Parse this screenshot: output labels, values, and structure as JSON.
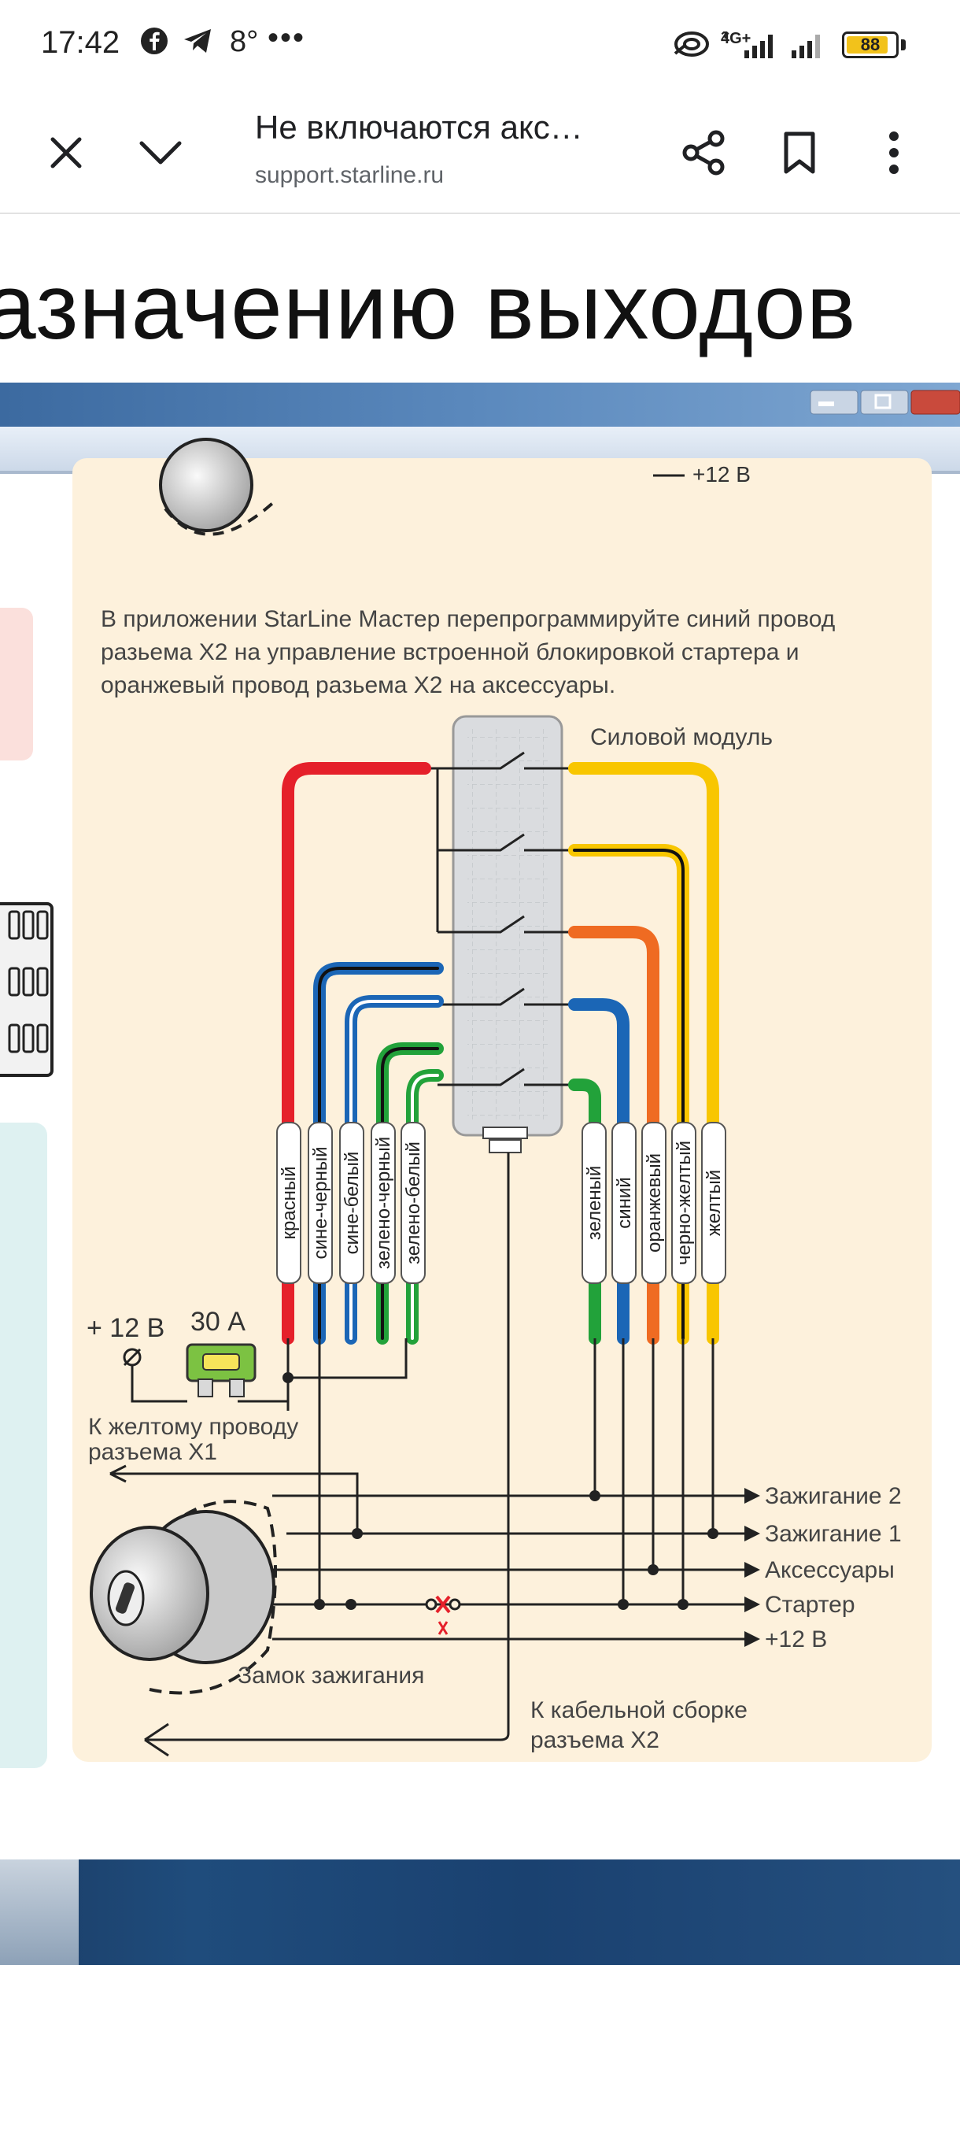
{
  "status_bar": {
    "time": "17:42",
    "temperature": "8°",
    "more": "•••",
    "network": "4G+",
    "battery": "88",
    "battery_level": 0.88,
    "icons": [
      "facebook-icon",
      "telegram-icon",
      "hotspot-icon",
      "signal-icon",
      "battery-icon"
    ]
  },
  "toolbar": {
    "title": "Не включаются акс…",
    "url": "support.starline.ru",
    "icons": [
      "close-icon",
      "chevron-down-icon",
      "share-icon",
      "bookmark-icon",
      "more-vert-icon"
    ]
  },
  "article": {
    "heading_fragment": "азначению выходов"
  },
  "diagram": {
    "instruction": [
      "В приложении StarLine Мастер перепрограммируйте синий провод",
      "разьема X2 на управление встроенной блокировкой стартера и",
      "оранжевый провод разьема X2 на аксессуары."
    ],
    "module_label": "Силовой модуль",
    "left_wires": [
      "красный",
      "сине-черный",
      "сине-белый",
      "зелено-черный",
      "зелено-белый"
    ],
    "right_wires": [
      "зеленый",
      "синий",
      "оранжевый",
      "черно-желтый",
      "желтый"
    ],
    "power_label": "+ 12 В",
    "fuse_label": "30 А",
    "yellow_wire_note": [
      "К желтому проводу",
      "разъема X1"
    ],
    "outputs": [
      "Зажигание 2",
      "Зажигание 1",
      "Аксессуары",
      "Стартер",
      "+12 В"
    ],
    "top_remnant": "+12 В",
    "lock_label": "Замок зажигания",
    "cable_note": [
      "К кабельной сборке",
      "разъема X2"
    ],
    "colors": {
      "red": "#e5202a",
      "blue": "#1b66b6",
      "green": "#22a23a",
      "orange": "#ef6b22",
      "yellow": "#f8c600",
      "panel": "#fdf1dc"
    }
  }
}
